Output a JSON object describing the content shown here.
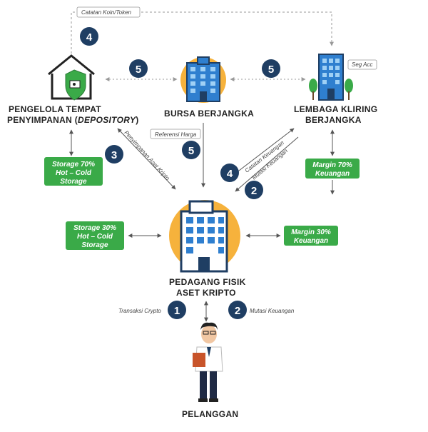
{
  "nodes": {
    "depository": {
      "line1": "PENGELOLA TEMPAT",
      "line2_main": "PENYIMPANAN (",
      "line2_em": "DEPOSITORY",
      "line2_end": ")"
    },
    "exchange": {
      "label": "BURSA BERJANGKA"
    },
    "clearing": {
      "line1": "LEMBAGA KLIRING",
      "line2": "BERJANGKA",
      "tag": "Seg Acc"
    },
    "trader": {
      "line1": "PEDAGANG FISIK",
      "line2": "ASET KRIPTO"
    },
    "customer": {
      "label": "PELANGGAN"
    }
  },
  "badges": {
    "storage70": [
      "Storage 70%",
      "Hot – Cold",
      "Storage"
    ],
    "margin70": [
      "Margin 70%",
      "Keuangan"
    ],
    "storage30": [
      "Storage 30%",
      "Hot – Cold",
      "Storage"
    ],
    "margin30": [
      "Margin 30%",
      "Keuangan"
    ]
  },
  "flow_labels": {
    "top": "Catatan Koin/Token",
    "referensi": "Referensi Harga",
    "penyimpanan": "Penyimpanan Aset Kripto",
    "catatan_keuangan": "Catatan Keuangan",
    "mutasi_keuangan_diag": "Mutasi Keuangan",
    "transaksi": "Transaksi Crypto",
    "mutasi_bottom": "Mutasi Keuangan"
  },
  "steps": {
    "s4_top": "4",
    "s5_left": "5",
    "s5_right": "5",
    "s3": "3",
    "s5_mid": "5",
    "s4_right": "4",
    "s2_right": "2",
    "s1": "1",
    "s2_bottom": "2"
  },
  "colors": {
    "step_circle": "#1f3e63",
    "badge_green": "#3aaa48",
    "arrow": "#555555",
    "dotted": "#999999",
    "building_blue": "#2f7fcf",
    "building_dark": "#1f3e63",
    "sun_orange": "#f6b23c"
  }
}
